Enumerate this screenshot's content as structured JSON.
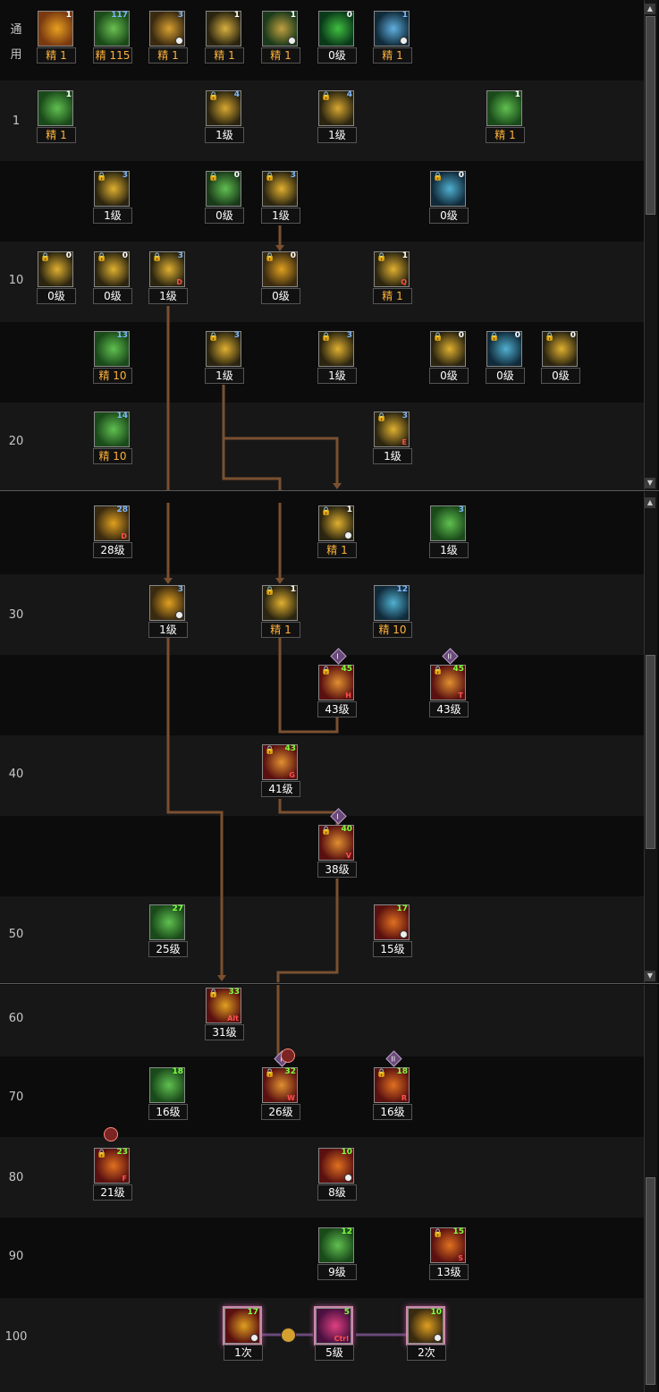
{
  "panels": {
    "top": {
      "levels": [
        "通\n用",
        "1",
        "",
        "10",
        "",
        "20"
      ]
    },
    "middle": {
      "levels": [
        "",
        "30",
        "",
        "40",
        "",
        "50"
      ]
    },
    "bottom": {
      "levels": [
        "60",
        "70",
        "80",
        "90",
        "100"
      ]
    }
  },
  "skills": [
    {
      "id": "s01",
      "label": "精 1",
      "num": "1",
      "orange": true
    },
    {
      "id": "s02",
      "label": "精 115",
      "num": "117",
      "orange": true
    },
    {
      "id": "s03",
      "label": "精 1",
      "num": "3",
      "orange": true,
      "clock": true
    },
    {
      "id": "s04",
      "label": "精 1",
      "num": "1",
      "orange": true
    },
    {
      "id": "s05",
      "label": "精 1",
      "num": "1",
      "orange": true,
      "clock": true
    },
    {
      "id": "s06",
      "label": "0级",
      "num": "0"
    },
    {
      "id": "s07",
      "label": "精 1",
      "num": "1",
      "orange": true,
      "clock": true
    },
    {
      "id": "s08",
      "label": "精 1",
      "num": "1",
      "orange": true
    },
    {
      "id": "s09",
      "label": "1级",
      "num": "4",
      "lock": true
    },
    {
      "id": "s10",
      "label": "1级",
      "num": "4",
      "lock": true
    },
    {
      "id": "s11",
      "label": "精 1",
      "num": "1",
      "orange": true
    },
    {
      "id": "s12",
      "label": "1级",
      "num": "3",
      "lock": true
    },
    {
      "id": "s13",
      "label": "0级",
      "num": "0",
      "lock": true
    },
    {
      "id": "s14",
      "label": "1级",
      "num": "3",
      "lock": true
    },
    {
      "id": "s15",
      "label": "0级",
      "num": "0",
      "lock": true
    },
    {
      "id": "s16",
      "label": "0级",
      "num": "0",
      "lock": true
    },
    {
      "id": "s17",
      "label": "0级",
      "num": "0",
      "lock": true
    },
    {
      "id": "s18",
      "label": "1级",
      "num": "3",
      "lock": true,
      "hot": "D"
    },
    {
      "id": "s19",
      "label": "0级",
      "num": "0",
      "lock": true
    },
    {
      "id": "s20",
      "label": "精 1",
      "num": "1",
      "orange": true,
      "lock": true,
      "hot": "Q"
    },
    {
      "id": "s21",
      "label": "精 10",
      "num": "13",
      "orange": true
    },
    {
      "id": "s22",
      "label": "1级",
      "num": "3",
      "lock": true
    },
    {
      "id": "s23",
      "label": "1级",
      "num": "3",
      "lock": true
    },
    {
      "id": "s24",
      "label": "0级",
      "num": "0",
      "lock": true
    },
    {
      "id": "s25",
      "label": "0级",
      "num": "0",
      "lock": true
    },
    {
      "id": "s26",
      "label": "0级",
      "num": "0",
      "lock": true
    },
    {
      "id": "s27",
      "label": "精 10",
      "num": "14",
      "orange": true
    },
    {
      "id": "s28",
      "label": "1级",
      "num": "3",
      "lock": true,
      "hot": "E"
    },
    {
      "id": "s29",
      "label": "28级",
      "num": "28",
      "hot": "D"
    },
    {
      "id": "s30",
      "label": "精 1",
      "num": "1",
      "orange": true,
      "lock": true,
      "clock": true
    },
    {
      "id": "s31",
      "label": "1级",
      "num": "3"
    },
    {
      "id": "s32",
      "label": "1级",
      "num": "3",
      "clock": true
    },
    {
      "id": "s33",
      "label": "精 1",
      "num": "1",
      "orange": true,
      "lock": true
    },
    {
      "id": "s34",
      "label": "精 10",
      "num": "12",
      "orange": true
    },
    {
      "id": "s35",
      "label": "43级",
      "num": "45",
      "lock": true,
      "hot": "H",
      "badge": "I"
    },
    {
      "id": "s36",
      "label": "43级",
      "num": "45",
      "lock": true,
      "hot": "T",
      "badge": "II"
    },
    {
      "id": "s37",
      "label": "41级",
      "num": "43",
      "lock": true,
      "hot": "G"
    },
    {
      "id": "s38",
      "label": "38级",
      "num": "40",
      "lock": true,
      "hot": "V",
      "badge": "I"
    },
    {
      "id": "s39",
      "label": "25级",
      "num": "27"
    },
    {
      "id": "s40",
      "label": "15级",
      "num": "17",
      "clock": true
    },
    {
      "id": "s41",
      "label": "31级",
      "num": "33",
      "lock": true,
      "hot": "Alt"
    },
    {
      "id": "s42",
      "label": "16级",
      "num": "18"
    },
    {
      "id": "s43",
      "label": "26级",
      "num": "32",
      "lock": true,
      "hot": "W",
      "badge": "I"
    },
    {
      "id": "s44",
      "label": "16级",
      "num": "18",
      "lock": true,
      "hot": "R",
      "badge": "II"
    },
    {
      "id": "s45",
      "label": "21级",
      "num": "23",
      "lock": true,
      "hot": "F"
    },
    {
      "id": "s46",
      "label": "8级",
      "num": "10",
      "clock": true
    },
    {
      "id": "s47",
      "label": "9级",
      "num": "12"
    },
    {
      "id": "s48",
      "label": "13级",
      "num": "15",
      "lock": true,
      "hot": "S"
    },
    {
      "id": "s49",
      "label": "1次",
      "num": "17",
      "clock": true
    },
    {
      "id": "s50",
      "label": "5级",
      "num": "5",
      "hot": "Ctrl"
    },
    {
      "id": "s51",
      "label": "2次",
      "num": "10",
      "clock": true
    }
  ],
  "colors": {
    "wire": "#7a5030",
    "label_orange": "#ffb23a"
  }
}
